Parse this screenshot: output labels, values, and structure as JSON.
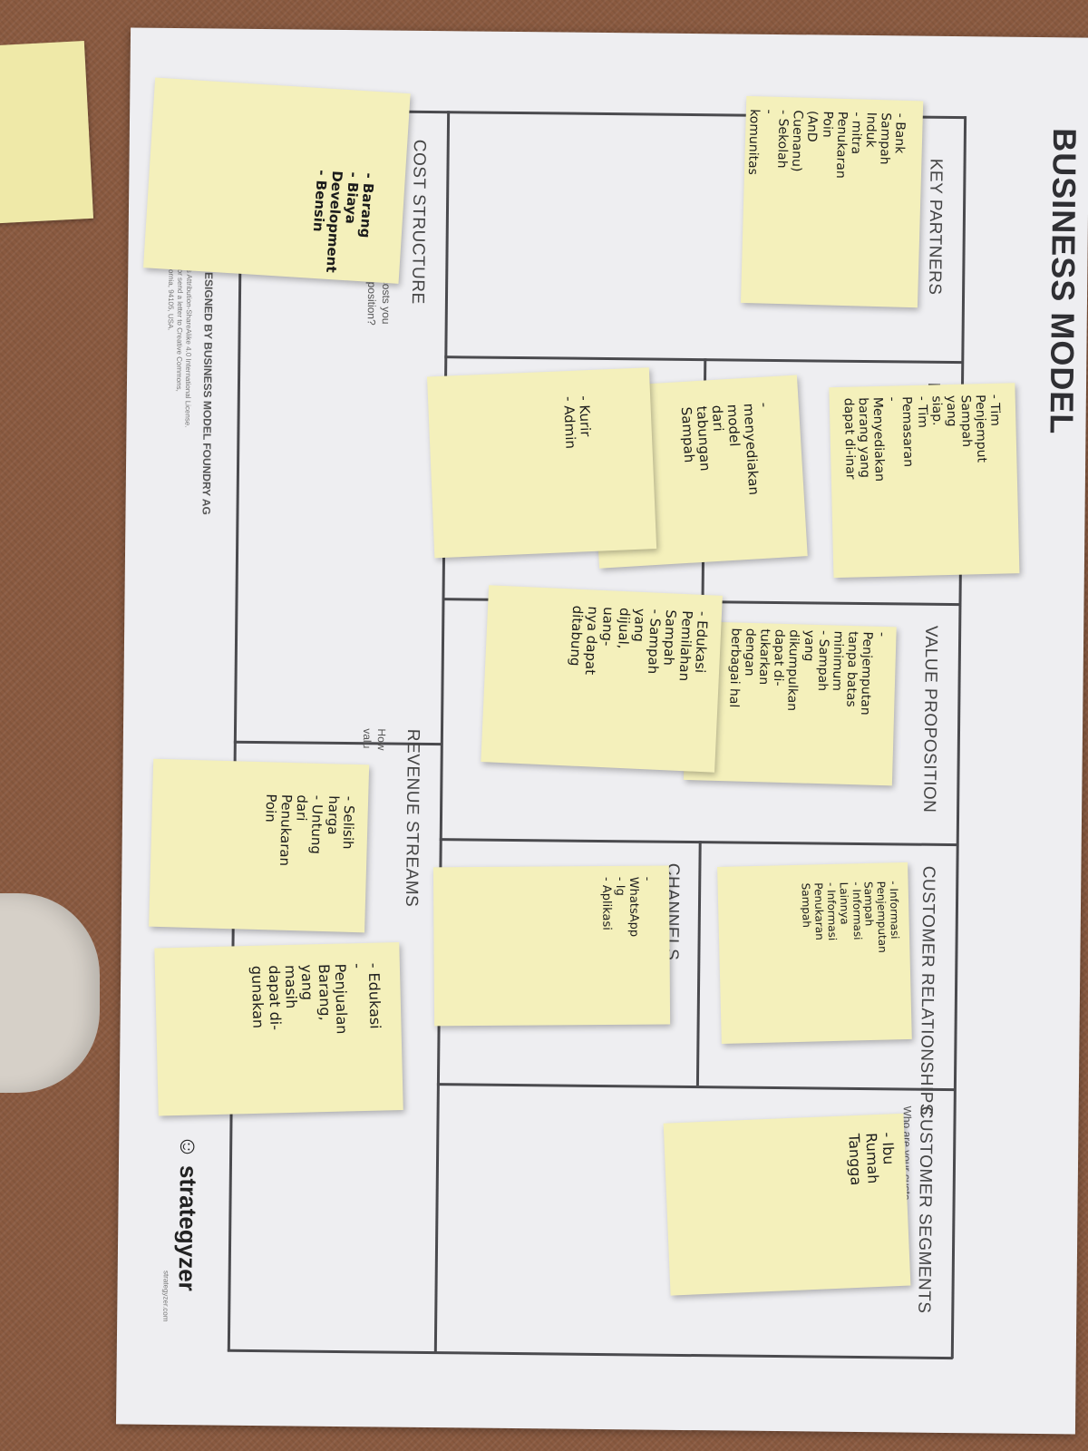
{
  "canvas": {
    "title": "BUSINESS MODEL",
    "sections": {
      "key_partners": "KEY PARTNERS",
      "key_activities": "KE",
      "value_proposition": "VALUE PROPOSITION",
      "customer_relationships": "CUSTOMER RELATIONSHIPS",
      "customer_segments": "CUSTOMER SEGMENTS",
      "channels": "CHANNELS",
      "cost_structure": "COST STRUCTURE",
      "revenue_streams": "REVENUE STREAMS"
    },
    "prompts": {
      "customer_segments": "Who are your custo",
      "cost_structure_1": "nt costs you",
      "cost_structure_2": "proposition?",
      "revenue_streams_1": "How",
      "revenue_streams_2": "valu"
    },
    "designed_by": "DESIGNED BY BUSINESS MODEL FOUNDRY AG",
    "license_1": "mons Attribution-ShareAlike 4.0 International License.",
    "license_2": "4.0/ or send a letter to Creative Commons,",
    "license_3": "California, 94105, USA.",
    "brand": "strategyzer",
    "brand_url": "strategyzer.com"
  },
  "notes": {
    "key_partners_a": "- Bank\n  Sampah\n  Induk\n- mitra\n  Penukaran\n  Poin\n  (AnD Cuenanu)\n- Sekolah\n- komunitas",
    "key_partners_b": "- Barang\n- Biaya\n  Development\n- Bensin",
    "key_activities_a": "- Tim Penjemput\n  Sampah yang\n  siap.\n- Tim Pemasaran\n- Menyediakan\n  barang yang\n  dapat di-inar",
    "key_activities_b": "- menyediakan\n  model\n  dari tabungan\n  Sampah",
    "key_activities_c": "- Kurir\n- Admin",
    "value_prop_a": "- Penjemputan\n  tanpa batas\n  minimum\n- Sampah yang\n  dikumpulkan\n  dapat di-\n  tukarkan\n  dengan\n  berbagai hal",
    "value_prop_b": "- Edukasi\n  Pemilahan\n  Sampah\n- Sampah yang\n  dijual, uang-\n  nya dapat\n  ditabung",
    "customer_rel": "- Informasi\n  Penjemputan\n  Sampah\n- Informasi\n  Lainnya\n- Informasi\n  Penukaran\n  Sampah",
    "channels": "- WhatsApp\n- Ig\n- Aplikasi",
    "customer_seg": "- Ibu Rumah\n  Tangga",
    "revenue_a": "- Selisih\n  harga\n- Untung\n  dari\n  Penukaran\n  Poin",
    "revenue_b": "- Edukasi\n-Penjualan\n  Barang,\n  yang masih\n  dapat di-\n  gunakan"
  }
}
